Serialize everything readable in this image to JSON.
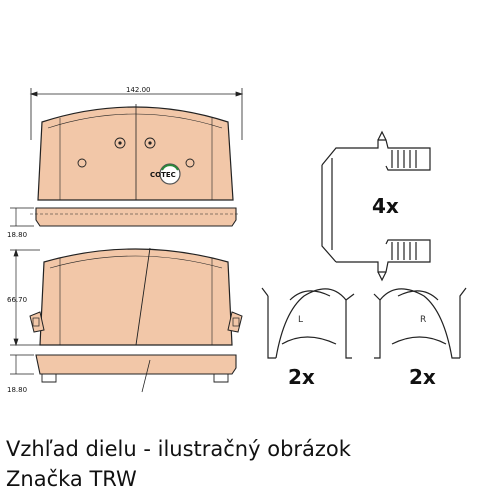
{
  "drawing": {
    "dim_width": "142.00",
    "dim_edge_top": "18.80",
    "dim_height": "66.70",
    "dim_edge_bottom": "18.80",
    "logo_text": "COTEC",
    "qty_clips": "4x",
    "qty_springs_left": "2x",
    "qty_springs_right": "2x",
    "side_left": "L",
    "side_right": "R",
    "pad_color": "#f2c7a8",
    "line_color": "#222222"
  },
  "caption": {
    "line1": "Vzhľad dielu - ilustračný obrázok",
    "line2": "Značka TRW"
  }
}
